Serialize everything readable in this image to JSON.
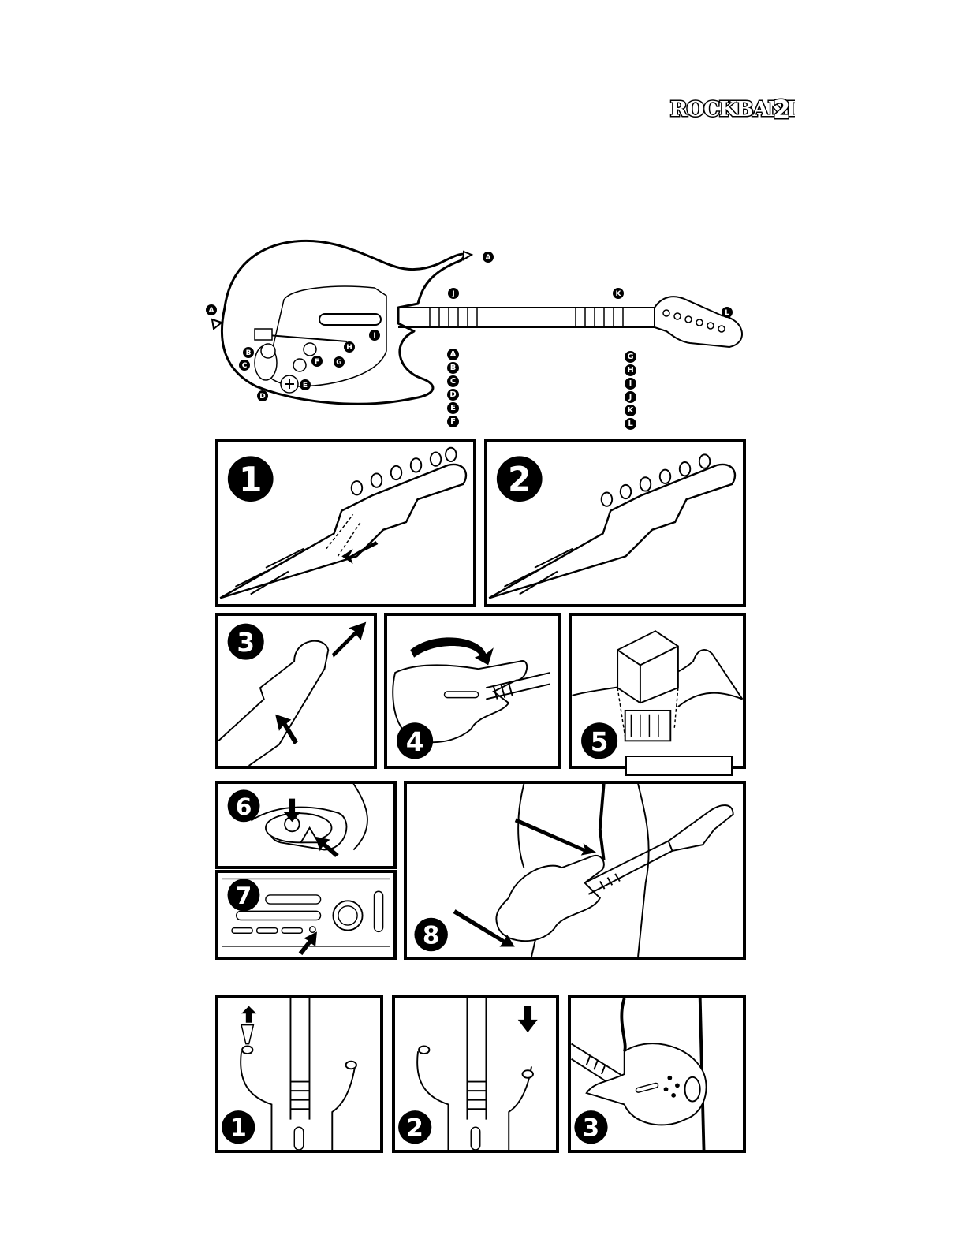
{
  "logo": {
    "text": "ROCKBAND",
    "number": "2"
  },
  "main_diagram": {
    "labels": [
      "A",
      "A",
      "B",
      "C",
      "D",
      "E",
      "F",
      "G",
      "H",
      "I",
      "J",
      "K",
      "L"
    ],
    "legend_left": [
      "A",
      "B",
      "C",
      "D",
      "E",
      "F"
    ],
    "legend_right": [
      "G",
      "H",
      "I",
      "J",
      "K",
      "L"
    ]
  },
  "steps_top": [
    "1",
    "2",
    "3",
    "4",
    "5",
    "6",
    "7",
    "8"
  ],
  "steps_bottom": [
    "1",
    "2",
    "3"
  ],
  "colors": {
    "ink": "#000000",
    "paper": "#ffffff",
    "footer_rule": "#2b35c8"
  }
}
